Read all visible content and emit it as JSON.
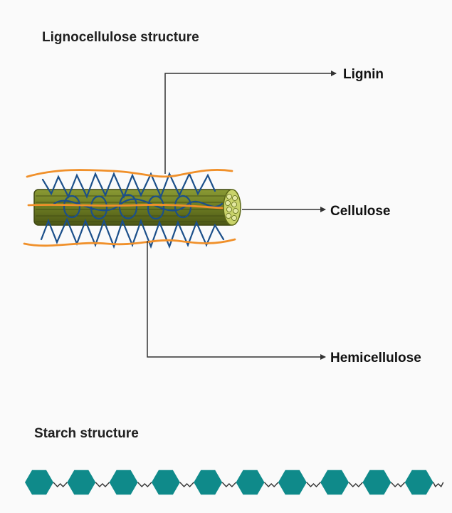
{
  "lignocellulose": {
    "title": "Lignocellulose structure",
    "labels": {
      "lignin": "Lignin",
      "cellulose": "Cellulose",
      "hemicellulose": "Hemicellulose"
    }
  },
  "starch": {
    "title": "Starch structure",
    "unit_count": 10
  },
  "colors": {
    "lignin": "#f0902a",
    "hemicellulose": "#1b4f8a",
    "cellulose_fiber": "#6b7a22",
    "cellulose_end": "#c9d36a",
    "starch_unit": "#0f8a8a",
    "leader_line": "#333333"
  }
}
